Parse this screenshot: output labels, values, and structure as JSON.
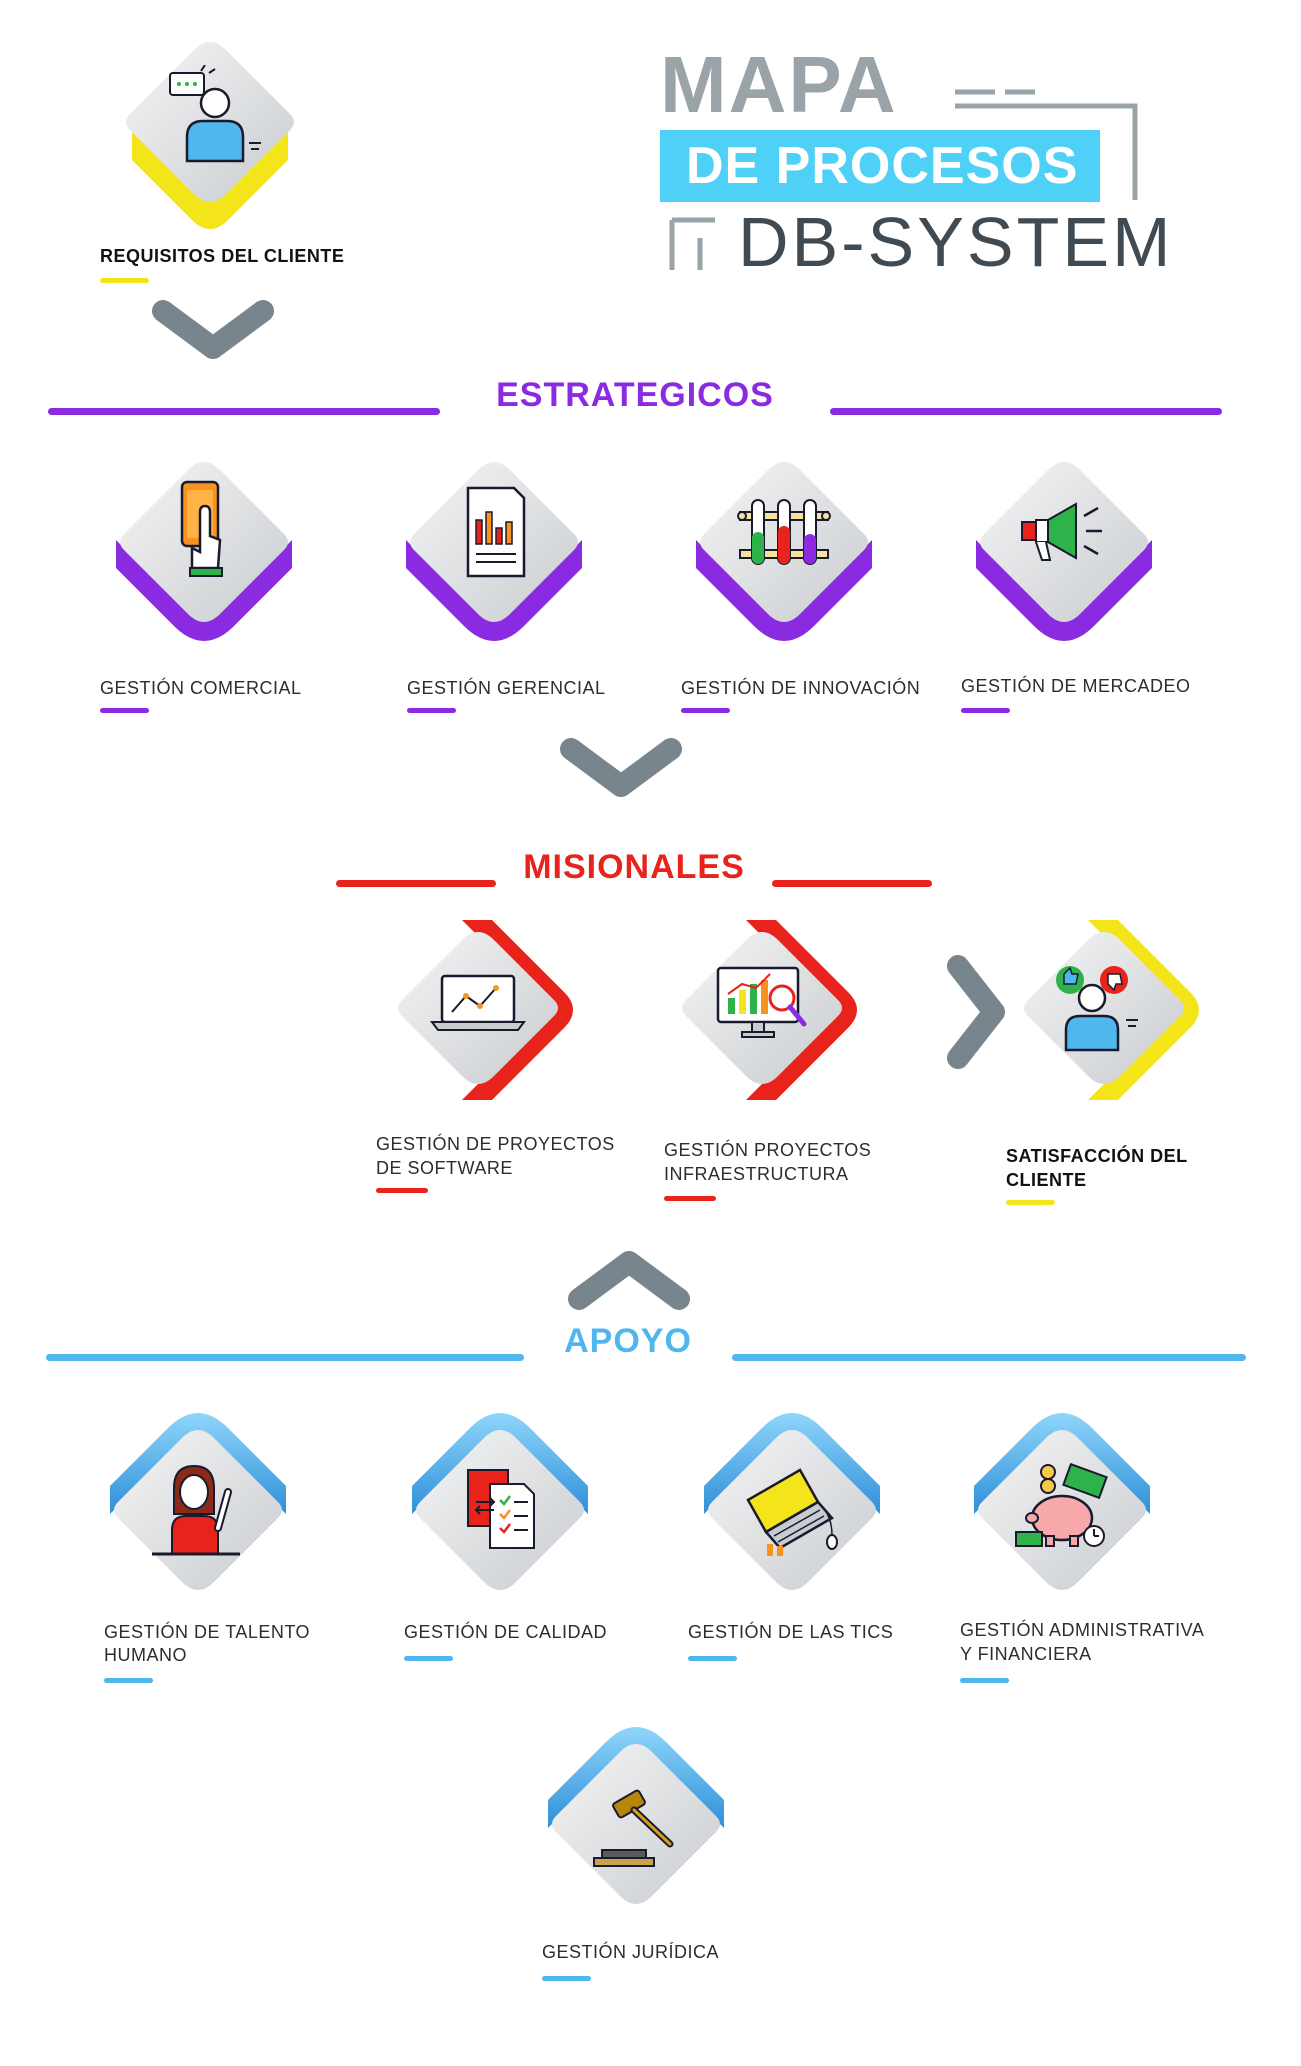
{
  "header": {
    "line1": "MAPA",
    "line2": "DE PROCESOS",
    "line3": "DB-SYSTEM"
  },
  "colors": {
    "strategic": "#8a2be2",
    "missional": "#e8231c",
    "support": "#4fb6ee",
    "client": "#f3e51a",
    "chevron": "#78858d",
    "title_gray": "#9aa3a8",
    "title_cyan": "#4fd0f7",
    "brand_dark": "#3f4a52"
  },
  "client": {
    "requirements_label": "REQUISITOS DEL CLIENTE",
    "requirements_icon": "customer-chat-icon",
    "satisfaction_label_line1": "SATISFACCIÓN DEL",
    "satisfaction_label_line2": "CLIENTE",
    "satisfaction_icon": "customer-feedback-icon"
  },
  "sections": {
    "strategic": {
      "title": "ESTRATEGICOS",
      "items": [
        {
          "label": "GESTIÓN COMERCIAL",
          "icon": "touch-phone-icon"
        },
        {
          "label": "GESTIÓN GERENCIAL",
          "icon": "report-chart-icon"
        },
        {
          "label": "GESTIÓN DE INNOVACIÓN",
          "icon": "test-tubes-icon"
        },
        {
          "label": "GESTIÓN DE MERCADEO",
          "icon": "megaphone-icon"
        }
      ]
    },
    "missional": {
      "title": "MISIONALES",
      "items": [
        {
          "label_line1": "GESTIÓN DE PROYECTOS",
          "label_line2": "DE SOFTWARE",
          "icon": "laptop-graph-icon"
        },
        {
          "label_line1": "GESTIÓN PROYECTOS",
          "label_line2": "INFRAESTRUCTURA",
          "icon": "monitor-analytics-icon"
        }
      ]
    },
    "support": {
      "title": "APOYO",
      "items": [
        {
          "label_line1": "GESTIÓN DE TALENTO",
          "label_line2": "HUMANO",
          "icon": "person-raising-hand-icon"
        },
        {
          "label_line1": "GESTIÓN DE CALIDAD",
          "label_line2": "",
          "icon": "documents-checklist-icon"
        },
        {
          "label_line1": "GESTIÓN DE LAS TICS",
          "label_line2": "",
          "icon": "laptop-keyboard-icon"
        },
        {
          "label_line1": "GESTIÓN ADMINISTRATIVA",
          "label_line2": "Y FINANCIERA",
          "icon": "piggy-bank-icon"
        },
        {
          "label_line1": "GESTIÓN JURÍDICA",
          "label_line2": "",
          "icon": "gavel-icon"
        }
      ]
    }
  }
}
